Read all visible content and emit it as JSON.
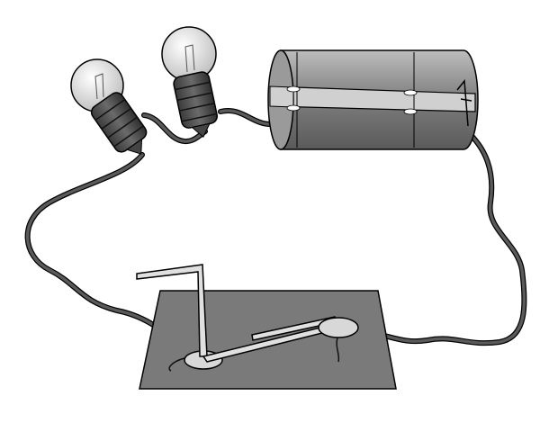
{
  "components": [
    "bulb",
    "bulb",
    "battery",
    "switch",
    "base-board",
    "wire"
  ],
  "colors": {
    "wire": "#555555",
    "battery_body": "#8a8a8a",
    "battery_band": "#d0d0d0",
    "board": "#7a7a7a",
    "bulb_glass": "#e8e8e8",
    "bulb_base": "#4a4a4a",
    "switch_metal": "#d8d8d8",
    "outline": "#000000"
  }
}
